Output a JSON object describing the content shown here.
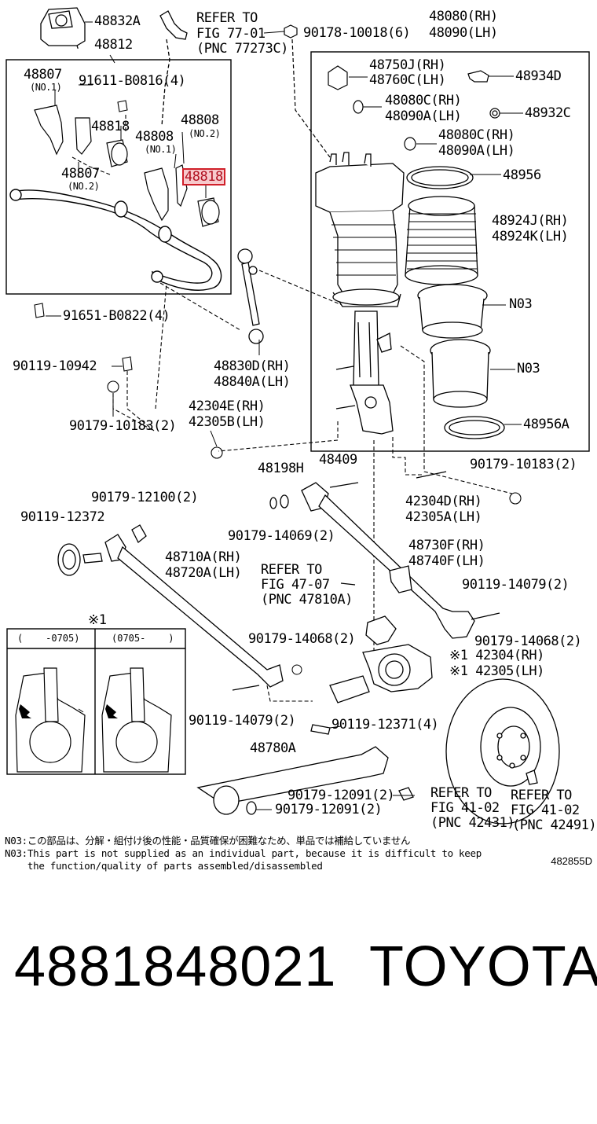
{
  "labels": {
    "p48832A": "48832A",
    "p48812": "48812",
    "refer77": "REFER TO",
    "refer77b": "FIG 77-01",
    "refer77c": "(PNC 77273C)",
    "p90178": "90178-10018(6)",
    "p48080rh": "48080(RH)",
    "p48090lh": "48090(LH)",
    "p48807a": "48807",
    "p48807a_sub": "(NO.1)",
    "p91611": "91611-B0816(4)",
    "p48818a": "48818",
    "p48808b": "48808",
    "p48808b_sub": "(NO.2)",
    "p48808a": "48808",
    "p48808a_sub": "(NO.1)",
    "p48818_hl": "48818",
    "p48807b": "48807",
    "p48807b_sub": "(NO.2)",
    "p48750": "48750J(RH)",
    "p48760": "48760C(LH)",
    "p48934": "48934D",
    "p48080c1": "48080C(RH)",
    "p48090a1": "48090A(LH)",
    "p48932": "48932C",
    "p48080c2": "48080C(RH)",
    "p48090a2": "48090A(LH)",
    "p48956": "48956",
    "p48924j": "48924J(RH)",
    "p48924k": "48924K(LH)",
    "n03a": "N03",
    "n03b": "N03",
    "p48956a": "48956A",
    "p91651": "91651-B0822(4)",
    "p90119_10942": "90119-10942",
    "p48830": "48830D(RH)",
    "p48840": "48840A(LH)",
    "p42304e": "42304E(RH)",
    "p42305b": "42305B(LH)",
    "p90179_10183a": "90179-10183(2)",
    "p48198": "48198H",
    "p48409": "48409",
    "p90179_10183b": "90179-10183(2)",
    "p90179_12100": "90179-12100(2)",
    "p42304d": "42304D(RH)",
    "p42305a": "42305A(LH)",
    "p90119_12372": "90119-12372",
    "p90179_14069": "90179-14069(2)",
    "p48710": "48710A(RH)",
    "p48720": "48720A(LH)",
    "refer47": "REFER TO",
    "refer47b": "FIG 47-07",
    "refer47c": "(PNC 47810A)",
    "p48730": "48730F(RH)",
    "p48740": "48740F(LH)",
    "p90119_14079b": "90119-14079(2)",
    "p90179_14068a": "90179-14068(2)",
    "p90179_14068b": "90179-14068(2)",
    "p42304": "※1 42304(RH)",
    "p42305": "※1 42305(LH)",
    "p90119_14079a": "90119-14079(2)",
    "p90119_12371": "90119-12371(4)",
    "p48780": "48780A",
    "p90179_12091a": "90179-12091(2)",
    "p90179_12091b": "90179-12091(2)",
    "refer41a": "REFER TO",
    "refer41a_b": "FIG 41-02",
    "refer41a_c": "(PNC 42431)",
    "refer41b": "REFER TO",
    "refer41b_b": "FIG 41-02",
    "refer41b_c": "(PNC 42491)",
    "mark1": "※1",
    "inset_left": "(    -0705)",
    "inset_right": "(0705-    )"
  },
  "notes": {
    "jp": "N03:この部品は、分解・組付け後の性能・品質確保が困難なため、単品では補給していません",
    "en1": "N03:This part is not supplied as an individual part, because it is difficult to keep",
    "en2": "    the function/quality of parts assembled/disassembled",
    "code": "482855D"
  },
  "footer": {
    "part_number": "4881848021",
    "brand": "TOYOTA"
  },
  "colors": {
    "highlight_border": "#d0202a",
    "highlight_fill": "#f7c9cc"
  }
}
